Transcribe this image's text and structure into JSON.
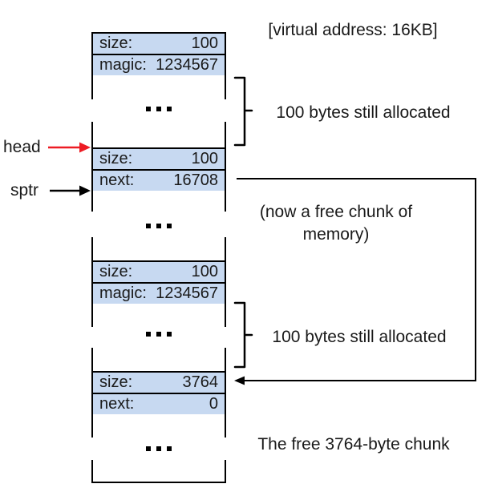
{
  "labels": {
    "head": "head",
    "sptr": "sptr"
  },
  "annotations": {
    "virtual_address": "[virtual address: 16KB]",
    "allocated_top": "100 bytes still allocated",
    "free_note_line1": "(now a free chunk of",
    "free_note_line2": "memory)",
    "allocated_bottom": "100 bytes still allocated",
    "free_bottom": "The free 3764-byte chunk"
  },
  "memory": {
    "chunks": [
      {
        "rows": [
          {
            "label": "size:",
            "value": "100"
          },
          {
            "label": "magic:",
            "value": "1234567"
          }
        ]
      },
      {
        "rows": [
          {
            "label": "size:",
            "value": "100"
          },
          {
            "label": "next:",
            "value": "16708"
          }
        ]
      },
      {
        "rows": [
          {
            "label": "size:",
            "value": "100"
          },
          {
            "label": "magic:",
            "value": "1234567"
          }
        ]
      },
      {
        "rows": [
          {
            "label": "size:",
            "value": "3764"
          },
          {
            "label": "next:",
            "value": "0"
          }
        ]
      }
    ]
  },
  "colors": {
    "row_fill": "#c7d9f1",
    "line": "#000000",
    "head_arrow": "#ed1c24",
    "text": "#1a1a1a"
  }
}
